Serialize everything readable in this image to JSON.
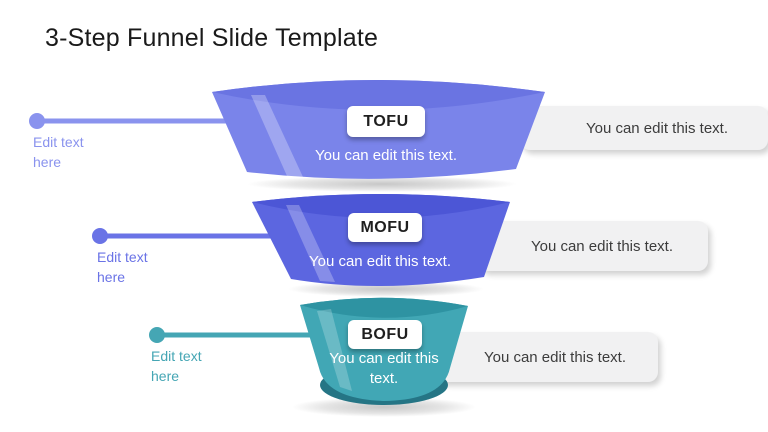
{
  "slide": {
    "title": "3-Step Funnel Slide Template"
  },
  "funnel": {
    "stages": [
      {
        "key": "tofu",
        "label": "TOFU",
        "body_text": "You can edit this text.",
        "color": "#7A84EA",
        "rim_color": "#6A74E2"
      },
      {
        "key": "mofu",
        "label": "MOFU",
        "body_text": "You can edit this text.",
        "color": "#5C66E0",
        "rim_color": "#4C56D6"
      },
      {
        "key": "bofu",
        "label": "BOFU",
        "body_text": "You can edit this text.",
        "color": "#41A7B5",
        "rim_color": "#2E93A2",
        "bottom_rim_color": "#257585"
      }
    ]
  },
  "left_labels": [
    {
      "text": "Edit text here",
      "color": "#8A93EE"
    },
    {
      "text": "Edit text here",
      "color": "#6A73E6"
    },
    {
      "text": "Edit text here",
      "color": "#45A6B4"
    }
  ],
  "right_notes": [
    {
      "text": "You can edit this text."
    },
    {
      "text": "You can edit this text."
    },
    {
      "text": "You can edit this text."
    }
  ],
  "colors": {
    "note_bg": "#F1F1F2",
    "chip_bg": "#FFFFFF",
    "title_color": "#1A1A1A"
  }
}
